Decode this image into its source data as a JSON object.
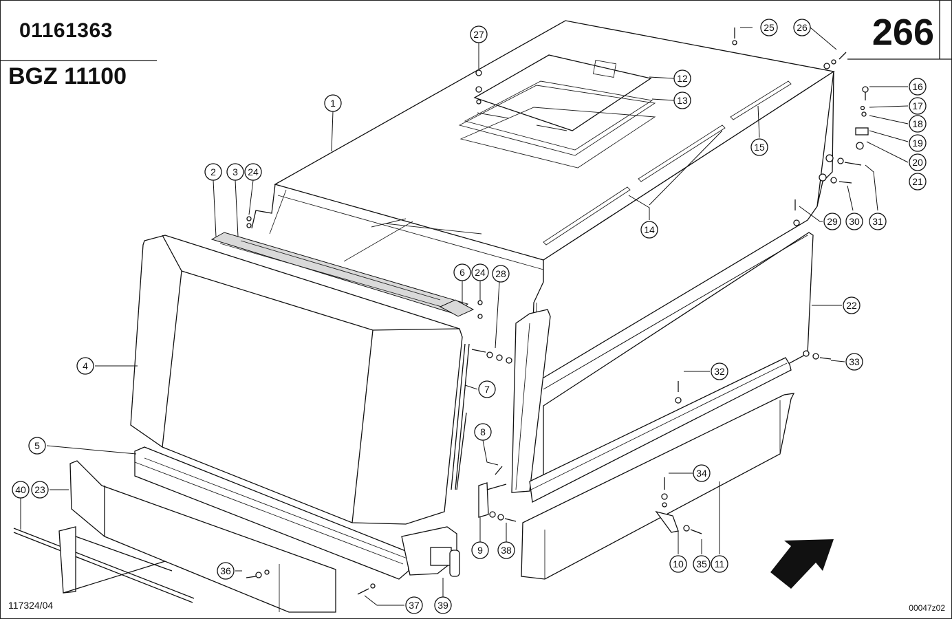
{
  "header": {
    "drawing_number": "01161363",
    "model_code": "BGZ 11100",
    "sheet_number": "266"
  },
  "footer": {
    "figure_ref": "117324/04",
    "file_ref": "00047z02"
  },
  "callouts": [
    "1",
    "2",
    "3",
    "4",
    "5",
    "6",
    "7",
    "8",
    "9",
    "10",
    "11",
    "12",
    "13",
    "14",
    "15",
    "16",
    "17",
    "18",
    "19",
    "20",
    "21",
    "22",
    "23",
    "24",
    "24",
    "25",
    "26",
    "27",
    "28",
    "29",
    "30",
    "31",
    "32",
    "33",
    "34",
    "35",
    "36",
    "37",
    "38",
    "39",
    "40"
  ]
}
